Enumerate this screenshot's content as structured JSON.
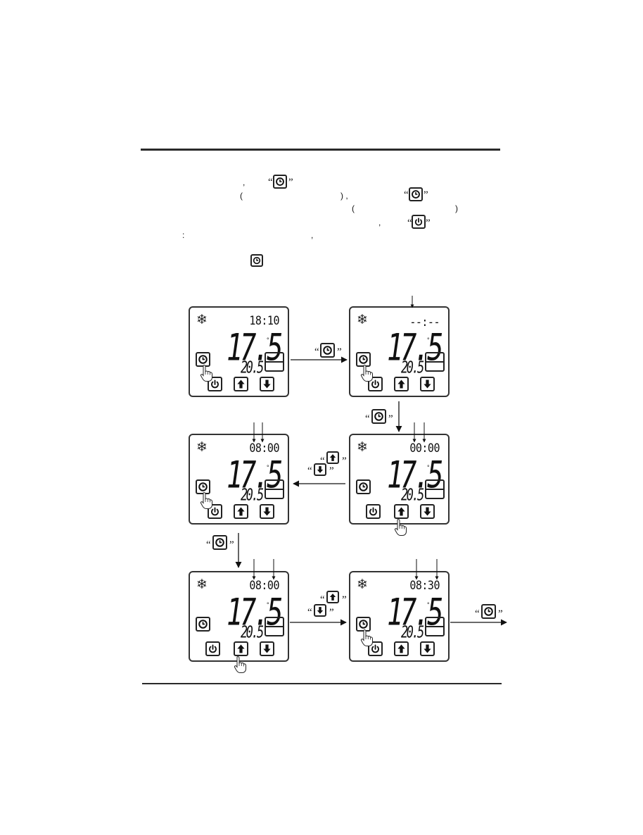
{
  "instructions": {
    "line1": {
      "comma": ",",
      "quote_open": "“",
      "quote_close": "”"
    },
    "line2": {
      "paren_open": "(",
      "paren_close_comma": ") ,",
      "quote_open": "“",
      "quote_close": "”"
    },
    "line3": {
      "paren_open": "(",
      "paren_close": ")"
    },
    "line4": {
      "comma": ",",
      "quote_open": "“",
      "quote_close": "”"
    },
    "line5": {
      "colon": ":",
      "comma": ","
    }
  },
  "quotes": {
    "open": "“",
    "close": "”"
  },
  "panels": [
    {
      "clock": "18:10",
      "temp": "17.5",
      "deg": "°",
      "set": "20.5"
    },
    {
      "clock": "--:--",
      "temp": "17.5",
      "deg": "°",
      "set": "20.5"
    },
    {
      "clock": "08:00",
      "temp": "17.5",
      "deg": "°",
      "set": "20.5"
    },
    {
      "clock": "00:00",
      "temp": "17.5",
      "deg": "°",
      "set": "20.5"
    },
    {
      "clock": "08:00",
      "temp": "17.5",
      "deg": "°",
      "set": "20.5"
    },
    {
      "clock": "08:30",
      "temp": "17.5",
      "deg": "°",
      "set": "20.5"
    }
  ],
  "icons": {
    "snowflake": "❄",
    "timer": "timer-icon",
    "power": "power-icon",
    "up": "arrow-up-icon",
    "down": "arrow-down-icon",
    "hand": "hand-pointer-icon"
  }
}
